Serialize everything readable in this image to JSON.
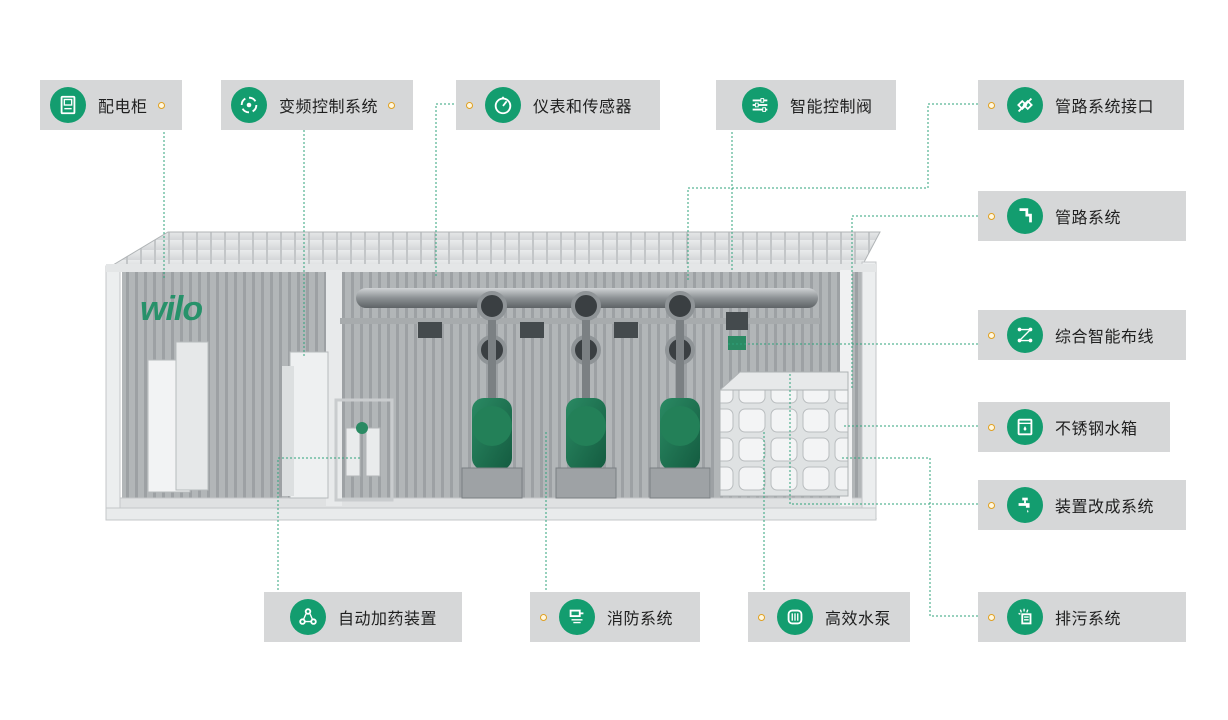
{
  "brand": {
    "logo_text": "wilo",
    "color": "#139d6f"
  },
  "colors": {
    "accent": "#139d6f",
    "callout_bg": "#d6d7d8",
    "dot": "#e0a020",
    "leader_line": "#2fa37b"
  },
  "labels": {
    "distribution_cabinet": "配电柜",
    "vfd_control": "变频控制系统",
    "instruments_sensors": "仪表和传感器",
    "smart_valve": "智能控制阀",
    "pipe_interface": "管路系统接口",
    "pipe_system": "管路系统",
    "smart_wiring": "综合智能布线",
    "stainless_tank": "不锈钢水箱",
    "retrofit_system": "装置改成系统",
    "auto_dosing": "自动加药装置",
    "fire_system": "消防系统",
    "efficient_pump": "高效水泵",
    "drain_system": "排污系统"
  },
  "icons": {
    "distribution_cabinet": "cabinet-icon",
    "vfd_control": "cycle-arrows-icon",
    "instruments_sensors": "gauge-icon",
    "smart_valve": "sliders-icon",
    "pipe_interface": "connector-icon",
    "pipe_system": "pipe-icon",
    "smart_wiring": "network-icon",
    "stainless_tank": "tank-icon",
    "retrofit_system": "faucet-icon",
    "auto_dosing": "dosing-icon",
    "fire_system": "fire-system-icon",
    "efficient_pump": "pump-icon",
    "drain_system": "drain-icon"
  }
}
